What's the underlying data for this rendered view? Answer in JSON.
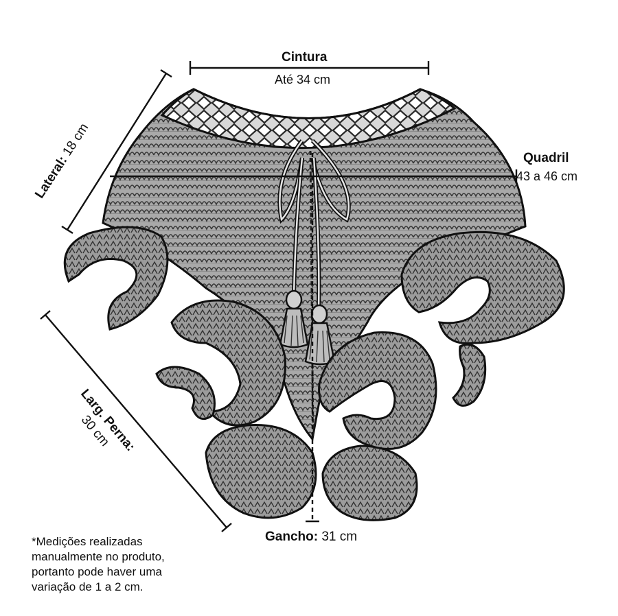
{
  "measures": {
    "waist": {
      "label": "Cintura",
      "value": "Até 34 cm"
    },
    "hip": {
      "label": "Quadril",
      "value": "43 a 46 cm"
    },
    "side": {
      "label": "Lateral:",
      "value": "18 cm"
    },
    "leg": {
      "label": "Larg. Perna:",
      "value": "30 cm"
    },
    "rise": {
      "label": "Gancho:",
      "value": "31 cm"
    }
  },
  "note": {
    "lines": [
      "*Medições realizadas",
      "manualmente no produto,",
      "portanto pode haver uma",
      "variação de 1 a 2 cm."
    ]
  },
  "colors": {
    "ink": "#111111",
    "fabric": "#8f8f8f",
    "fabric_light": "#c9c9c9",
    "background": "#ffffff"
  }
}
